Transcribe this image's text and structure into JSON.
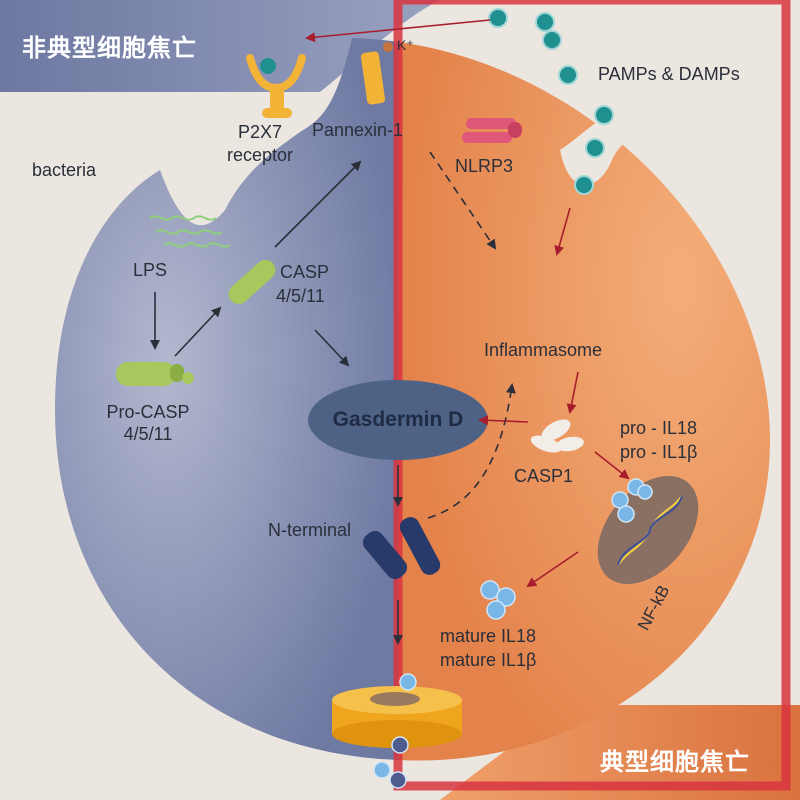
{
  "titles": {
    "non_canonical": "非典型细胞焦亡",
    "canonical": "典型细胞焦亡"
  },
  "labels": {
    "bacteria": "bacteria",
    "lps": "LPS",
    "pro_casp_line1": "Pro-CASP",
    "pro_casp_line2": "4/5/11",
    "casp_line1": "CASP",
    "casp_line2": "4/5/11",
    "p2x7_line1": "P2X7",
    "p2x7_line2": "receptor",
    "pannexin": "Pannexin-1",
    "k_plus": "K⁺",
    "nlrp3": "NLRP3",
    "pamps": "PAMPs & DAMPs",
    "inflammasome": "Inflammasome",
    "gasdermin": "Gasdermin D",
    "casp1": "CASP1",
    "pro_il18": "pro - IL18",
    "pro_il1b": "pro - IL1β",
    "nfkb": "NF-kB",
    "n_terminal": "N-terminal",
    "mature_il18": "mature IL18",
    "mature_il1b": "mature IL1β"
  },
  "colors": {
    "background": "#ebe6df",
    "non_canonical_cell": "#7d86ab",
    "canonical_cell": "#e98f55",
    "canonical_frame": "#d8343f",
    "title_banner_left": "#7d86ab",
    "title_banner_right": "#df7f52",
    "gasdermin": "#4e6286",
    "dark_arrow": "#2b2f3a",
    "red_arrow": "#a71d2e",
    "pamp_particle": "#1f8f90",
    "il_particle": "#7ab6e6"
  }
}
